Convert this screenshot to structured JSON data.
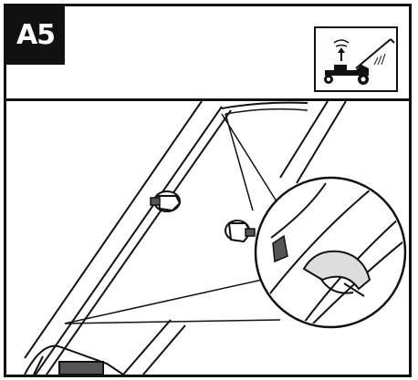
{
  "header": {
    "step_label": "A5",
    "icon": "lawnmower-handle-raise-icon"
  },
  "illustration": {
    "subject": "mower-handle-assembly",
    "callout": "handle-clip-detail-magnifier",
    "colors": {
      "line": "#111111",
      "fill": "#ffffff",
      "shade": "#555555"
    }
  }
}
